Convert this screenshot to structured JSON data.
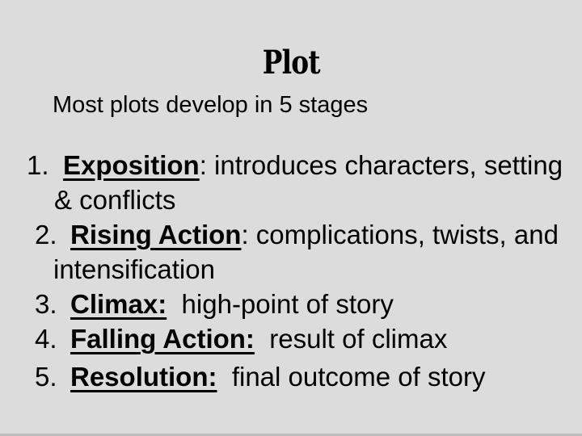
{
  "slide": {
    "title": "Plot",
    "subtitle": "Most plots develop in 5 stages",
    "list": [
      {
        "num": "1.",
        "keyword": "Exposition",
        "text1": ": introduces characters, setting",
        "text2": "& conflicts"
      },
      {
        "num": "2.",
        "keyword": "Rising Action",
        "text1": ": complications, twists, and",
        "text2": "intensification"
      },
      {
        "num": "3.",
        "keyword": "Climax:",
        "text1": "  high-point of story"
      },
      {
        "num": "4.",
        "keyword": "Falling Action:",
        "text1": "  result of climax"
      },
      {
        "num": "5.",
        "keyword": "Resolution:",
        "text1": "  final outcome of story"
      }
    ],
    "colors": {
      "background": "#dcdcdc",
      "text": "#000000"
    }
  }
}
